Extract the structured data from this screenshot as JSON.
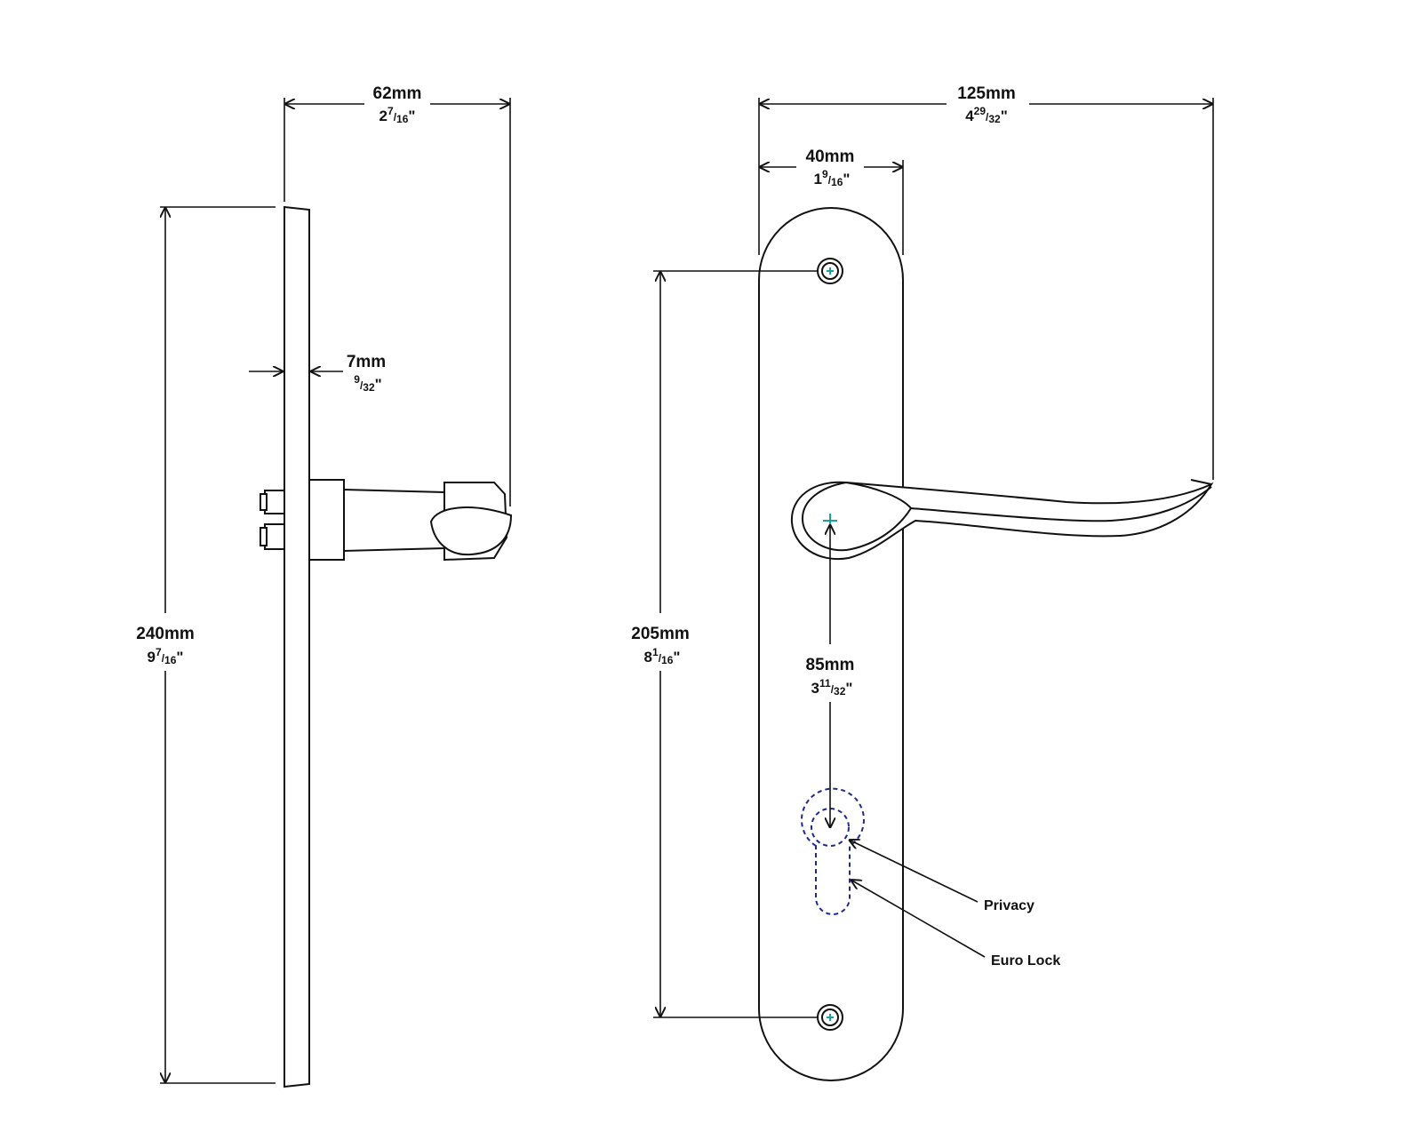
{
  "dimensions": {
    "side_width": {
      "metric": "62mm",
      "whole": "2",
      "num": "7",
      "den": "16",
      "unit": "\""
    },
    "side_height": {
      "metric": "240mm",
      "whole": "9",
      "num": "7",
      "den": "16",
      "unit": "\""
    },
    "plate_thickness": {
      "metric": "7mm",
      "whole": "",
      "num": "9",
      "den": "32",
      "unit": "\""
    },
    "overall_width": {
      "metric": "125mm",
      "whole": "4",
      "num": "29",
      "den": "32",
      "unit": "\""
    },
    "plate_width": {
      "metric": "40mm",
      "whole": "1",
      "num": "9",
      "den": "16",
      "unit": "\""
    },
    "fixing_centres": {
      "metric": "205mm",
      "whole": "8",
      "num": "1",
      "den": "16",
      "unit": "\""
    },
    "lever_to_cylinder": {
      "metric": "85mm",
      "whole": "3",
      "num": "11",
      "den": "32",
      "unit": "\""
    }
  },
  "callouts": {
    "privacy": "Privacy",
    "euro_lock": "Euro Lock"
  },
  "colors": {
    "line": "#111111",
    "cylinder_outline": "#1f2a8a",
    "centre_mark": "#1aa39a"
  }
}
